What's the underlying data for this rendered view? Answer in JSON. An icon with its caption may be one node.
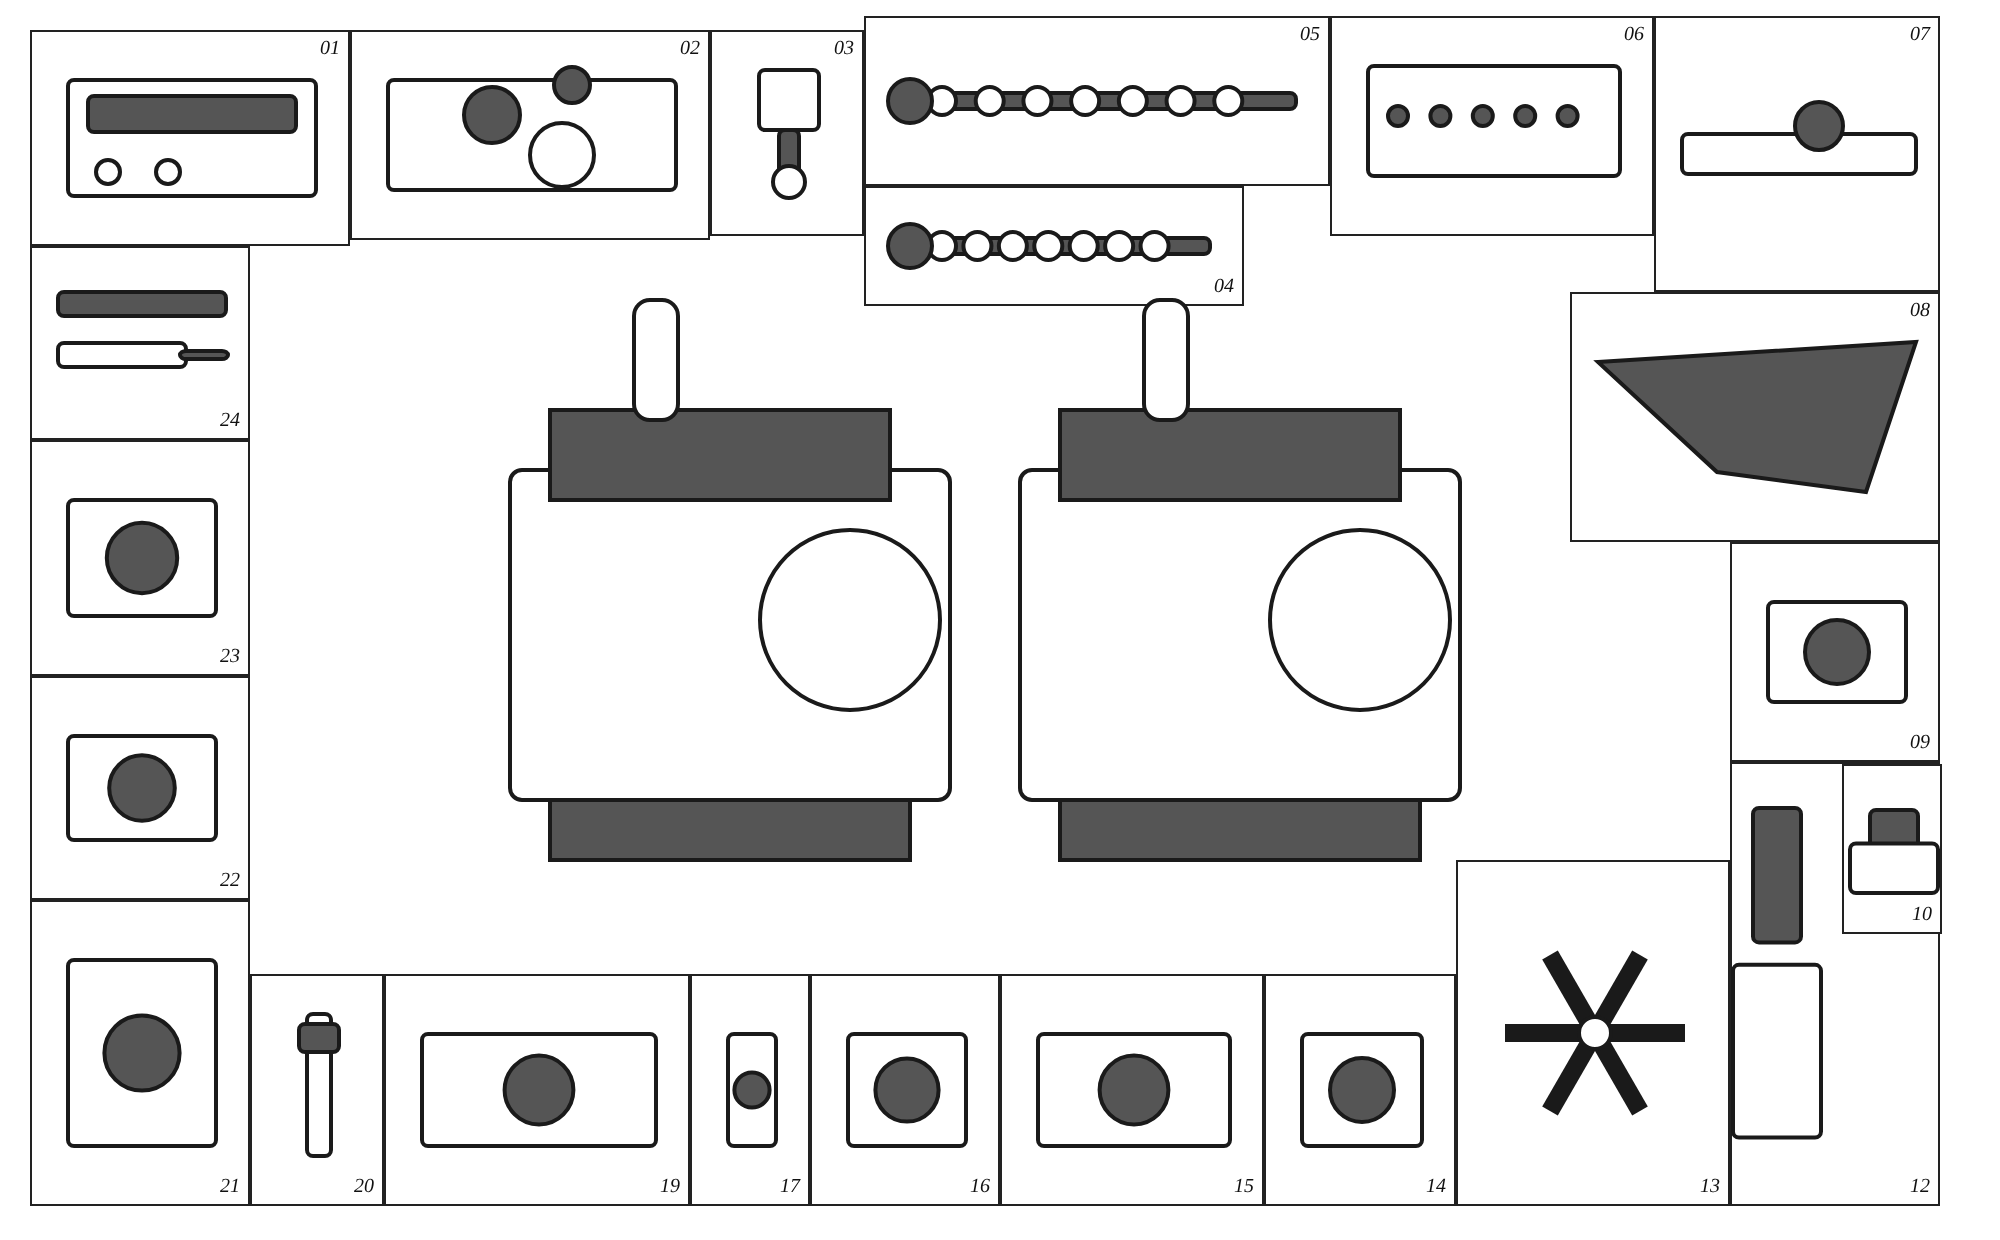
{
  "diagram": {
    "nodes": [
      {
        "text": [
          "01"
        ]
      },
      {
        "text": [
          "02"
        ]
      },
      {
        "text": [
          "03"
        ]
      },
      {
        "text": [
          "05"
        ]
      },
      {
        "text": [
          "06"
        ]
      },
      {
        "text": [
          "07"
        ]
      },
      {
        "text": [
          "04"
        ]
      },
      {
        "text": [
          "24"
        ]
      },
      {
        "text": [
          "08"
        ]
      },
      {
        "text": [
          "23"
        ]
      },
      {
        "text": [
          "09"
        ]
      },
      {
        "text": [
          "22"
        ]
      },
      {
        "text": [
          "12"
        ]
      },
      {
        "text": [
          "10"
        ],
        "in": 12
      },
      {
        "text": [
          "21"
        ]
      },
      {
        "text": [
          "20"
        ]
      },
      {
        "text": [
          "19"
        ]
      },
      {
        "text": [
          "17"
        ]
      },
      {
        "text": [
          "16"
        ]
      },
      {
        "text": [
          "15"
        ]
      },
      {
        "text": [
          "14"
        ]
      },
      {
        "text": [
          "13"
        ]
      }
    ]
  }
}
